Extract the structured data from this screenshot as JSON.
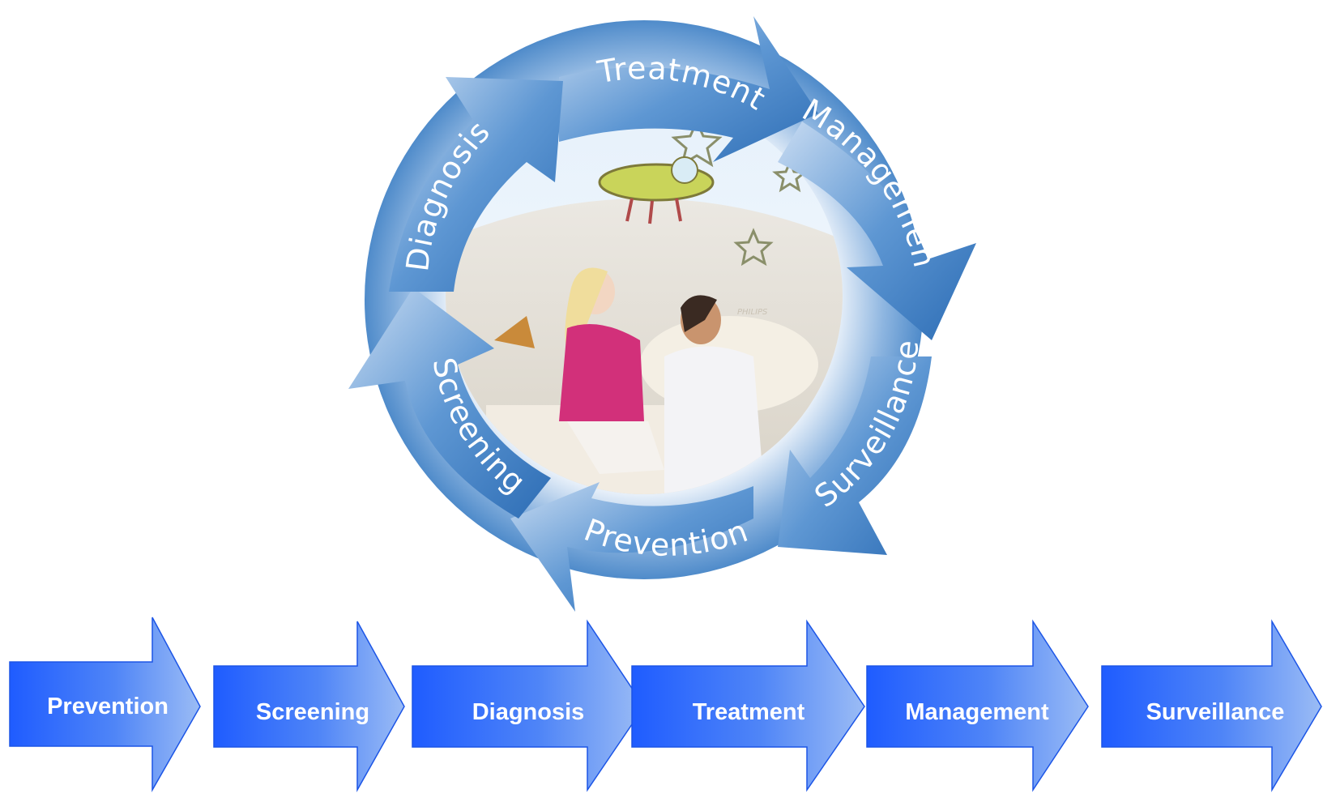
{
  "cycle": {
    "labels": [
      "Treatment",
      "Management",
      "Surveillance",
      "Prevention",
      "Screening",
      "Diagnosis"
    ],
    "photo_brand": "PHILIPS"
  },
  "steps": [
    "Prevention",
    "Screening",
    "Diagnosis",
    "Treatment",
    "Management",
    "Surveillance"
  ],
  "colors": {
    "ring_dark": "#2f72b8",
    "ring_light": "#cfe0f2",
    "step_dark": "#1f5cff",
    "step_light": "#8fb2f5"
  }
}
